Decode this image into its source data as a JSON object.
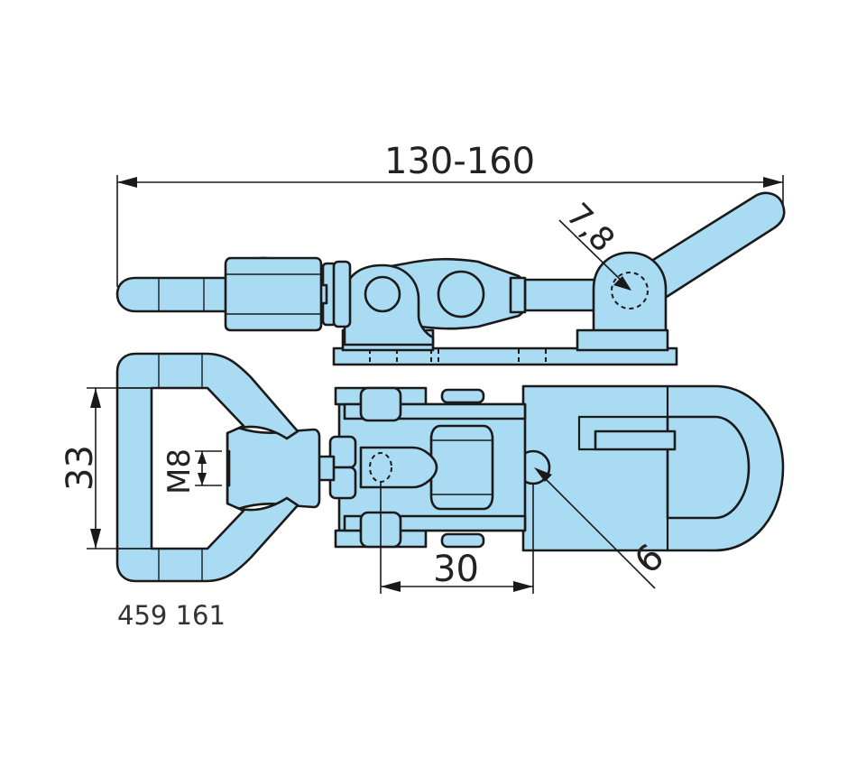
{
  "drawing": {
    "part_fill": "#a9dbf3",
    "line_color": "#1a1a1a",
    "product_code": "459 161",
    "dimensions": {
      "overall_length": "130-160",
      "hole_diameter_top": "7,8",
      "eye_height": "33",
      "thread": "M8",
      "hole_spacing": "30",
      "hole_diameter_bottom": "6"
    }
  }
}
